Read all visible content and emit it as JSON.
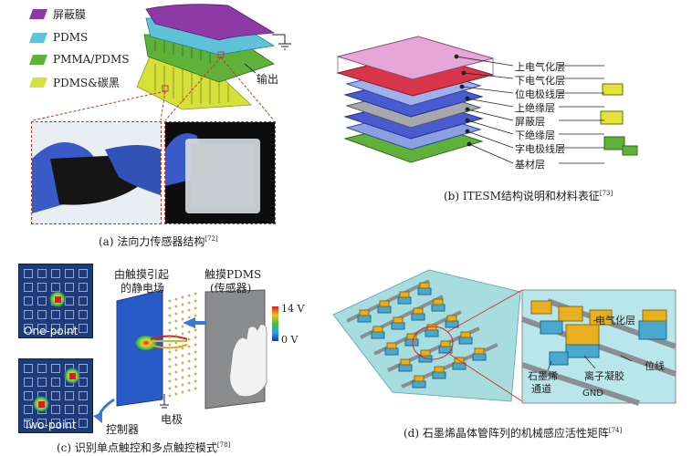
{
  "panel_a": {
    "legend": [
      {
        "label": "屏蔽膜",
        "color": "#8e3aa6"
      },
      {
        "label": "PDMS",
        "color": "#5ec3d8"
      },
      {
        "label": "PMMA/PDMS",
        "color": "#5fb13a"
      },
      {
        "label": "PDMS&碳黑",
        "color": "#d7df3a"
      }
    ],
    "output_label": "输出",
    "caption": "(a) 法向力传感器结构",
    "caption_ref": "[72]"
  },
  "panel_b": {
    "layers": [
      "上电气化层",
      "下电气化层",
      "位电极线层",
      "上绝缘层",
      "屏蔽层",
      "下绝缘层",
      "字电极线层",
      "基材层"
    ],
    "caption": "(b) ITESM结构说明和材料表征",
    "caption_ref": "[73]"
  },
  "panel_c": {
    "one_point_label": "One-point",
    "two_point_label": "Two-point",
    "field_label_1": "由触摸引起",
    "field_label_2": "的静电场",
    "touch_label_1": "触摸PDMS",
    "touch_label_2": "(传感器)",
    "scale_max": "14 V",
    "scale_min": "0 V",
    "controller_label": "控制器",
    "electrode_label": "电极",
    "caption": "(c) 识别单点触控和多点触控模式",
    "caption_ref": "[78]"
  },
  "panel_d": {
    "electrified_label": "电气化层",
    "graphene_label_1": "石墨烯",
    "graphene_label_2": "通道",
    "ion_gel_label": "离子凝胶",
    "bit_line_label": "位线",
    "gnd_label": "GND",
    "caption": "(d) 石墨烯晶体管阵列的机械感应活性矩阵",
    "caption_ref": "[74]"
  }
}
